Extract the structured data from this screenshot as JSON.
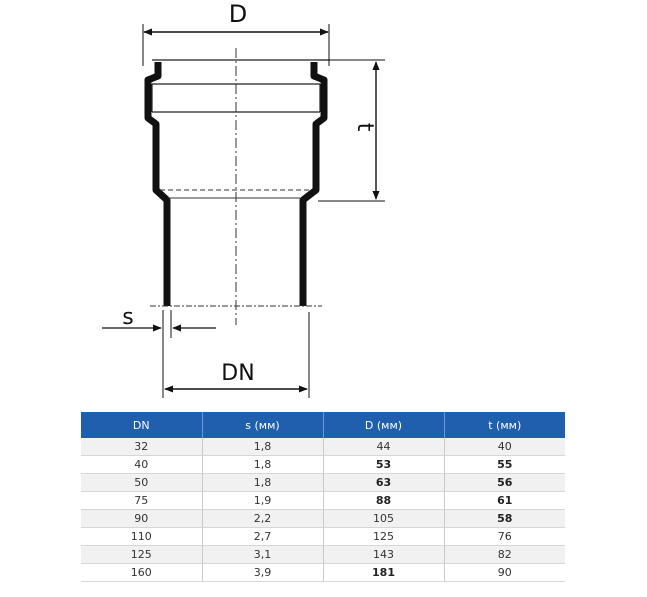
{
  "diagram": {
    "labels": {
      "outer_diameter": "D",
      "socket_depth": "t",
      "wall_thickness": "s",
      "nominal_diameter": "DN"
    }
  },
  "table": {
    "headers": [
      "DN",
      "s (мм)",
      "D (мм)",
      "t (мм)"
    ],
    "rows": [
      {
        "dn": "32",
        "s": "1,8",
        "d": "44",
        "t": "40",
        "d_bold": false,
        "t_bold": false
      },
      {
        "dn": "40",
        "s": "1,8",
        "d": "53",
        "t": "55",
        "d_bold": true,
        "t_bold": true
      },
      {
        "dn": "50",
        "s": "1,8",
        "d": "63",
        "t": "56",
        "d_bold": true,
        "t_bold": true
      },
      {
        "dn": "75",
        "s": "1,9",
        "d": "88",
        "t": "61",
        "d_bold": true,
        "t_bold": true
      },
      {
        "dn": "90",
        "s": "2,2",
        "d": "105",
        "t": "58",
        "d_bold": false,
        "t_bold": true
      },
      {
        "dn": "110",
        "s": "2,7",
        "d": "125",
        "t": "76",
        "d_bold": false,
        "t_bold": false
      },
      {
        "dn": "125",
        "s": "3,1",
        "d": "143",
        "t": "82",
        "d_bold": false,
        "t_bold": false
      },
      {
        "dn": "160",
        "s": "3,9",
        "d": "181",
        "t": "90",
        "d_bold": true,
        "t_bold": false
      }
    ],
    "header_color": "#1f5fae"
  }
}
